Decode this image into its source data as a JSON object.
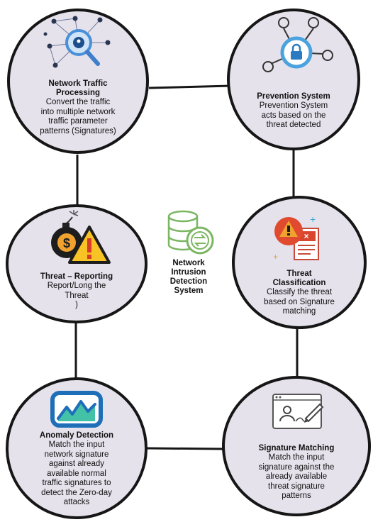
{
  "center": {
    "icon": "database-sync-icon",
    "label_lines": [
      "Network",
      "Intrusion",
      "Detection",
      "System"
    ]
  },
  "nodes": [
    {
      "id": "network-traffic-processing",
      "title_lines": [
        "Network Traffic",
        "Processing"
      ],
      "desc_lines": [
        "Convert the traffic",
        "into multiple network",
        "traffic parameter",
        "patterns (Signatures)"
      ],
      "icon": "network-magnifier-icon"
    },
    {
      "id": "prevention-system",
      "title_lines": [
        "Prevention System"
      ],
      "desc_lines": [
        "Prevention System",
        "acts based on the",
        "threat detected"
      ],
      "icon": "network-lock-icon"
    },
    {
      "id": "threat-reporting",
      "title_lines": [
        "Threat – Reporting"
      ],
      "desc_lines": [
        "Report/Long the",
        "Threat",
        ")"
      ],
      "icon": "bomb-warning-icon"
    },
    {
      "id": "threat-classification",
      "title_lines": [
        "Threat",
        "Classification"
      ],
      "desc_lines": [
        "Classify the threat",
        "based on Signature",
        "matching"
      ],
      "icon": "warning-document-icon"
    },
    {
      "id": "anomaly-detection",
      "title_lines": [
        "Anomaly Detection"
      ],
      "desc_lines": [
        "Match the input",
        "network signature",
        "against already",
        "available normal",
        "traffic signatures to",
        "detect the Zero-day",
        "attacks"
      ],
      "icon": "anomaly-chart-icon"
    },
    {
      "id": "signature-matching",
      "title_lines": [
        "Signature Matching"
      ],
      "desc_lines": [
        "Match the input",
        "signature against the",
        "already available",
        "threat signature",
        "patterns"
      ],
      "icon": "signature-screen-icon"
    }
  ],
  "colors": {
    "node_fill": "#e6e2ec",
    "node_border": "#161616",
    "connector": "#161616",
    "accent_blue": "#1e6fb8",
    "accent_green": "#7bb661",
    "warning_orange": "#f0a22e",
    "warning_red": "#d9462f"
  }
}
